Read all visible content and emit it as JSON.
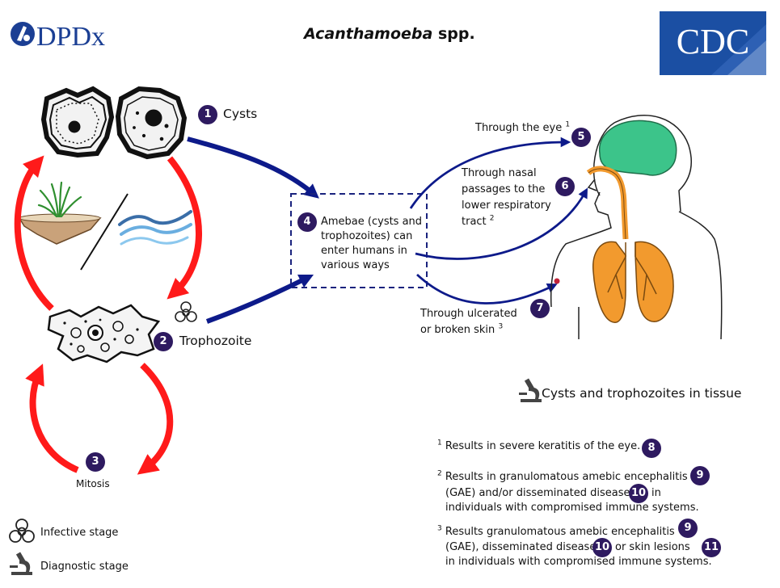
{
  "header": {
    "logo_left": "DPDx",
    "title_italic": "Acanthamoeba",
    "title_rest": " spp.",
    "logo_right": "CDC"
  },
  "stages": {
    "s1": {
      "num": "1",
      "label": "Cysts"
    },
    "s2": {
      "num": "2",
      "label": "Trophozoite"
    },
    "s3": {
      "num": "3",
      "label": "Mitosis"
    },
    "s4": {
      "num": "4",
      "lines": [
        "Amebae (cysts and",
        "trophozoites) can",
        "enter humans in",
        "various ways"
      ]
    },
    "s5": {
      "num": "5",
      "label": "Through the eye",
      "sup": "1"
    },
    "s6": {
      "num": "6",
      "lines": [
        "Through nasal",
        "passages to the",
        "lower respiratory",
        "tract"
      ],
      "sup": "2"
    },
    "s7": {
      "num": "7",
      "lines": [
        "Through ulcerated",
        "or broken skin"
      ],
      "sup": "3"
    },
    "tissue_label": "Cysts and trophozoites in tissue"
  },
  "notes": {
    "n1": {
      "sup": "1",
      "text": "Results in severe keratitis of the eye.",
      "badge": "8"
    },
    "n2": {
      "sup": "2",
      "line1": "Results in granulomatous amebic encephalitis",
      "badge1": "9",
      "line2a": "(GAE) and/or disseminated disease",
      "badge2": "10",
      "line2b": "in",
      "line3": "individuals with compromised immune systems."
    },
    "n3": {
      "sup": "3",
      "line1": "Results granulomatous amebic encephalitis",
      "badge1": "9",
      "line2a": "(GAE), disseminated disease",
      "badge2": "10",
      "line2b": "or skin lesions",
      "badge3": "11",
      "line3": "in individuals with compromised immune systems."
    }
  },
  "legend": {
    "infective": "Infective stage",
    "diagnostic": "Diagnostic stage"
  },
  "colors": {
    "red_arrow": "#ff1a1a",
    "blue_arrow": "#0d1a8a",
    "badge": "#2e1a60",
    "brain": "#3cc48a",
    "airway": "#f29a2e",
    "logo_blue": "#1b3f94"
  }
}
